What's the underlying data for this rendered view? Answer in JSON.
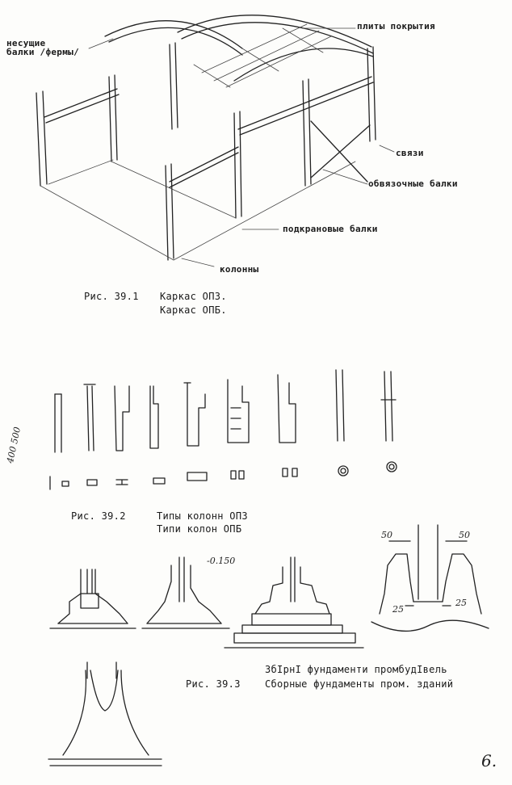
{
  "figure1": {
    "labels": {
      "bearing_beams_line1": "несущие",
      "bearing_beams_line2": "балки /фермы/",
      "roof_slabs": "плиты покрытия",
      "bracing": "связи",
      "tie_beams": "обвязочные балки",
      "crane_beams": "подкрановые балки",
      "columns": "колонны"
    },
    "caption_number": "Рис. 39.1",
    "caption_line1": "Каркас ОПЗ.",
    "caption_line2": "Каркас ОПБ."
  },
  "figure2": {
    "dimension_label": "400 500",
    "caption_number": "Рис. 39.2",
    "caption_line1": "Типы колонн ОПЗ",
    "caption_line2": "Типи колон ОПБ"
  },
  "figure3": {
    "dim_elev": "-0.150",
    "dim_50_left": "50",
    "dim_50_right": "50",
    "dim_25_left": "25",
    "dim_25_right": "25",
    "caption_line1": "ЗбІрнІ фундаменти промбудІвель",
    "caption_number": "Рис. 39.3",
    "caption_line2": "Сборные фундаменты пром. зданий"
  },
  "page_number": "6."
}
